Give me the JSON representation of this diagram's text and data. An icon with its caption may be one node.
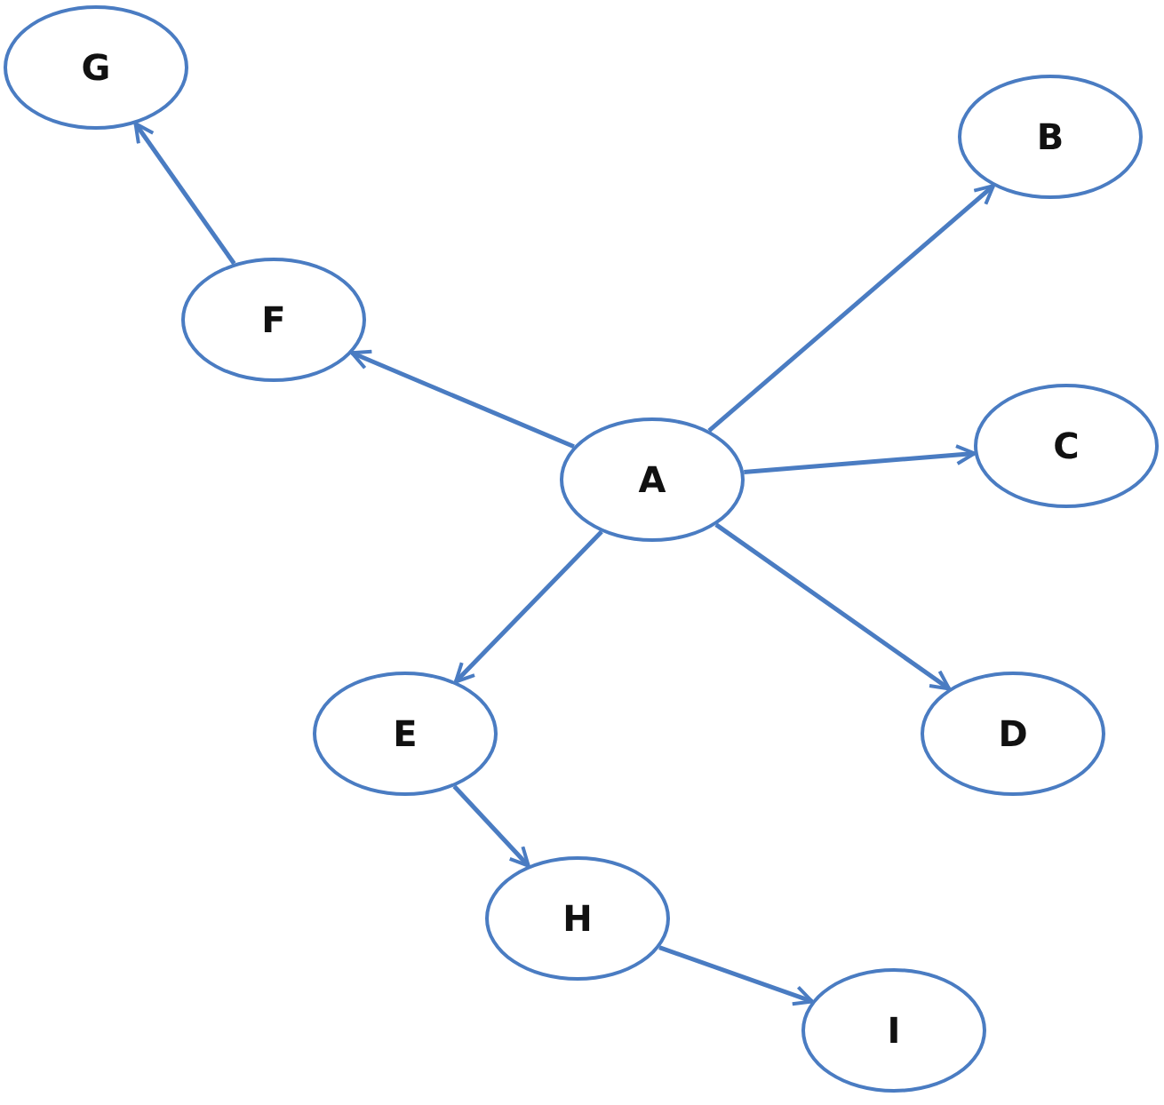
{
  "diagram": {
    "nodes": [
      {
        "text": [
          "G"
        ]
      },
      {
        "text": [
          "B"
        ]
      },
      {
        "text": [
          "F"
        ]
      },
      {
        "text": [
          "A"
        ]
      },
      {
        "text": [
          "C"
        ]
      },
      {
        "text": [
          "E"
        ]
      },
      {
        "text": [
          "D"
        ]
      },
      {
        "text": [
          "H"
        ]
      },
      {
        "text": [
          "I"
        ]
      }
    ],
    "edges": [
      {
        "from": 3,
        "to": 1,
        "arrow": "to"
      },
      {
        "from": 3,
        "to": 4,
        "arrow": "to"
      },
      {
        "from": 3,
        "to": 6,
        "arrow": "to"
      },
      {
        "from": 3,
        "to": 5,
        "arrow": "to"
      },
      {
        "from": 3,
        "to": 2,
        "arrow": "to"
      },
      {
        "from": 2,
        "to": 0,
        "arrow": "to"
      },
      {
        "from": 5,
        "to": 7,
        "arrow": "to"
      },
      {
        "from": 7,
        "to": 8,
        "arrow": "to"
      }
    ]
  }
}
